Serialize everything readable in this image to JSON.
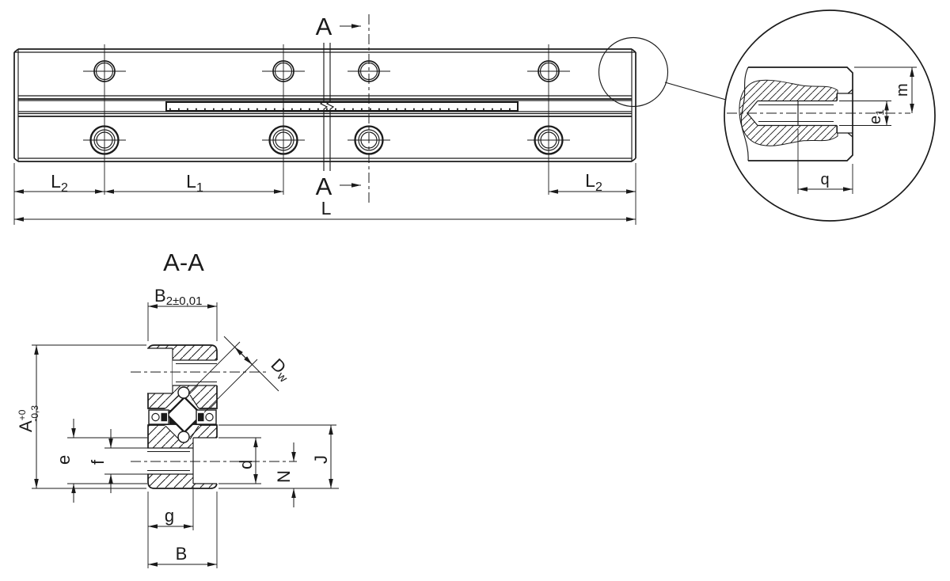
{
  "colors": {
    "ink": "#1a1a1a",
    "paper": "#ffffff"
  },
  "top_view": {
    "section_label_top": "A",
    "section_label_bottom": "A",
    "dim_l2_left": {
      "main": "L",
      "sub": "2"
    },
    "dim_l1": {
      "main": "L",
      "sub": "1"
    },
    "dim_l2_right": {
      "main": "L",
      "sub": "2"
    },
    "dim_l": "L"
  },
  "detail_view": {
    "dim_m": "m",
    "dim_e1": {
      "main": "e",
      "sub": "1"
    },
    "dim_q": "q"
  },
  "section_view": {
    "title": "A-A",
    "dim_b2": {
      "main": "B",
      "sub": "2±0,01"
    },
    "dim_dw": {
      "main": "D",
      "sub": "w"
    },
    "dim_a": {
      "main": "A",
      "sup": "+0",
      "sub": "-0,3"
    },
    "dim_e": "e",
    "dim_f": "f",
    "dim_g": "g",
    "dim_b": "B",
    "dim_d": "d",
    "dim_n": "N",
    "dim_j": "J"
  }
}
